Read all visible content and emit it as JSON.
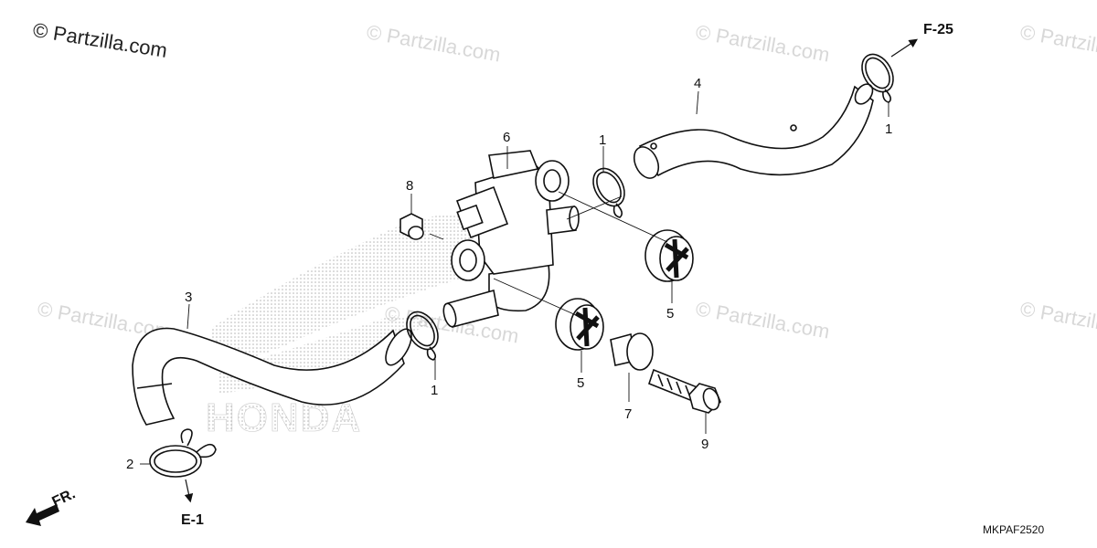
{
  "copyright": "© Partzilla.com",
  "watermark": "© Partzilla.com",
  "brand_watermark": "HONDA",
  "diagram_code": "MKPAF2520",
  "refs": {
    "top_right": "F-25",
    "bottom_left": "E-1",
    "front": "FR."
  },
  "callouts": [
    "1",
    "1",
    "1",
    "2",
    "3",
    "4",
    "5",
    "5",
    "6",
    "7",
    "8",
    "9"
  ]
}
